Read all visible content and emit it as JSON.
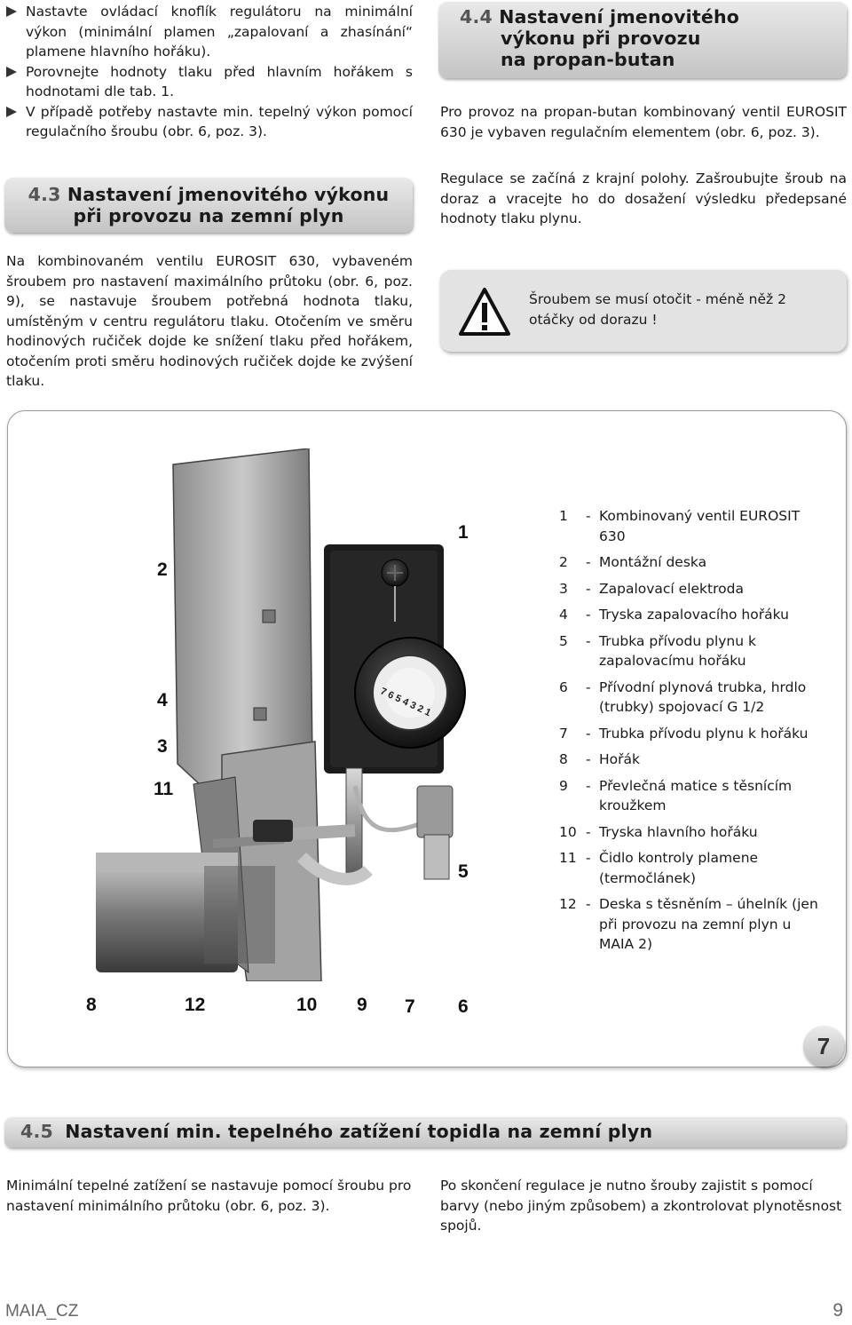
{
  "left_col": {
    "bullets": [
      "Nastavte ovládací knoflík regulátoru na minimální výkon (minimální plamen „zapalovaní a zhasínání“ plamene hlavního hořáku).",
      "Porovnejte hodnoty tlaku před hlavním hořákem s hodnotami dle tab. 1.",
      "V případě potřeby nastavte min. tepelný výkon pomocí regulačního šroubu (obr. 6, poz. 3)."
    ],
    "section_43": {
      "number": "4.3",
      "title_line1": "Nastavení jmenovitého výkonu",
      "title_line2": "při provozu na zemní plyn",
      "body": "Na kombinovaném ventilu EUROSIT 630, vybaveném šroubem pro nastavení maximálního průtoku (obr. 6, poz. 9), se nastavuje šroubem potřebná hodnota tlaku, umístěným v centru regulátoru tlaku. Otočením ve směru hodinových ručiček dojde ke snížení tlaku před hořákem, otočením proti směru hodinových ručiček dojde ke zvýšení tlaku."
    }
  },
  "right_col": {
    "section_44": {
      "number": "4.4",
      "title_line1": "Nastavení jmenovitého",
      "title_line2": "výkonu při provozu",
      "title_line3": "na propan-butan",
      "para1": "Pro provoz na propan-butan kombinovaný ventil EUROSIT 630 je vybaven regulačním elementem (obr. 6, poz. 3).",
      "para2": "Regulace se začíná z krajní polohy. Zašroubujte šroub na doraz a vracejte ho do dosažení výsledku předepsané hodnoty tlaku plynu."
    },
    "warning": {
      "icon": "warning-triangle-icon",
      "text": "Šroubem se musí otočit - méně něž 2 otáčky od dorazu !"
    }
  },
  "figure": {
    "callouts": {
      "c1": "1",
      "c2": "2",
      "c4": "4",
      "c3": "3",
      "c11": "11",
      "c5": "5",
      "c8": "8",
      "c12": "12",
      "c10": "10",
      "c9": "9",
      "c7": "7",
      "c6": "6"
    },
    "dial_digits": "7 6 5 4 3 2 1",
    "legend": [
      {
        "num": "1",
        "text": "Kombinovaný ventil EUROSIT 630"
      },
      {
        "num": "2",
        "text": "Montážní deska"
      },
      {
        "num": "3",
        "text": "Zapalovací elektroda"
      },
      {
        "num": "4",
        "text": "Tryska zapalovacího hořáku"
      },
      {
        "num": "5",
        "text": "Trubka přívodu plynu k zapalovacímu hořáku"
      },
      {
        "num": "6",
        "text": "Přívodní plynová trubka, hrdlo (trubky) spojovací G 1/2"
      },
      {
        "num": "7",
        "text": "Trubka přívodu plynu k hořáku"
      },
      {
        "num": "8",
        "text": "Hořák"
      },
      {
        "num": "9",
        "text": "Převlečná matice s těsnícím kroužkem"
      },
      {
        "num": "10",
        "text": "Tryska hlavního hořáku"
      },
      {
        "num": "11",
        "text": "Čidlo kontroly plamene (termočlánek)"
      },
      {
        "num": "12",
        "text": "Deska s těsněním – úhelník (jen při provozu na zemní plyn u MAIA 2)"
      }
    ],
    "figure_number": "7"
  },
  "section_45": {
    "number": "4.5",
    "title": "Nastavení min. tepelného zatížení topidla na zemní plyn",
    "left": "Minimální tepelné zatížení se nastavuje pomocí šroubu pro nastavení minimálního průtoku (obr. 6, poz. 3).",
    "right": "Po skončení regulace je nutno šrouby zajistit s pomocí barvy (nebo jiným způsobem) a zkontrolovat plynotěsnost spojů."
  },
  "footer": {
    "doc": "MAIA_CZ",
    "page": "9"
  },
  "colors": {
    "header_bar": "#d4d4d4",
    "text": "#1a1a1a",
    "footer_text": "#666666"
  }
}
